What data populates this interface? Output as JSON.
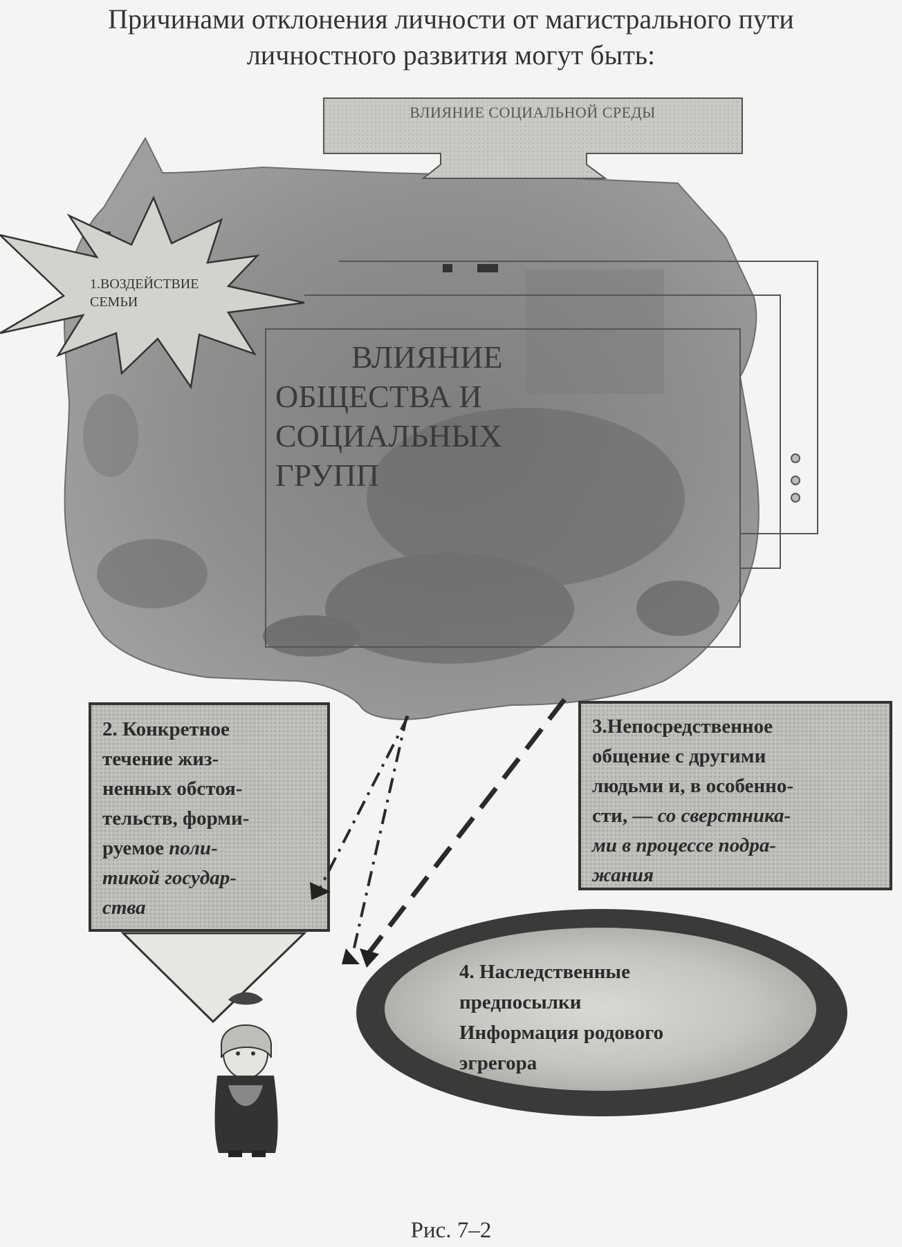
{
  "title": {
    "line1": "Причинами отклонения личности от магистрального пути",
    "line2": "личностного развития могут быть:"
  },
  "social_environment": "ВЛИЯНИЕ СОЦИАЛЬНОЙ СРЕДЫ",
  "family": {
    "line1": "1.ВОЗДЕЙСТВИЕ",
    "line2": "СЕМЬИ"
  },
  "society": {
    "line1": "ВЛИЯНИЕ",
    "line2": "ОБЩЕСТВА И",
    "line3": "СОЦИАЛЬНЫХ",
    "line4": "ГРУПП"
  },
  "box2": {
    "line1": "2. Конкретное",
    "line2": "течение жиз-",
    "line3": "ненных обстоя-",
    "line4": "тельств, форми-",
    "line5_plain": "руемое ",
    "line5_italic": "поли-",
    "line6": "тикой государ-",
    "line7": "ства"
  },
  "box3": {
    "line1": "3.Непосредственное",
    "line2": "общение с другими",
    "line3": "людьми и, в особенно-",
    "line4_plain": "сти, — ",
    "line4_italic": "со сверстника-",
    "line5": "ми в процессе подра-",
    "line6": "жания"
  },
  "oval4": {
    "line1": "4. Наследственные",
    "line2": "предпосылки",
    "line3": "Информация родового",
    "line4": "эгрегора"
  },
  "caption": "Рис. 7–2",
  "icons": [
    "starburst-shape",
    "stacked-pages-shape",
    "ellipsis-dots-icon",
    "down-arrow-shape",
    "dashed-arrows",
    "child-figure"
  ]
}
